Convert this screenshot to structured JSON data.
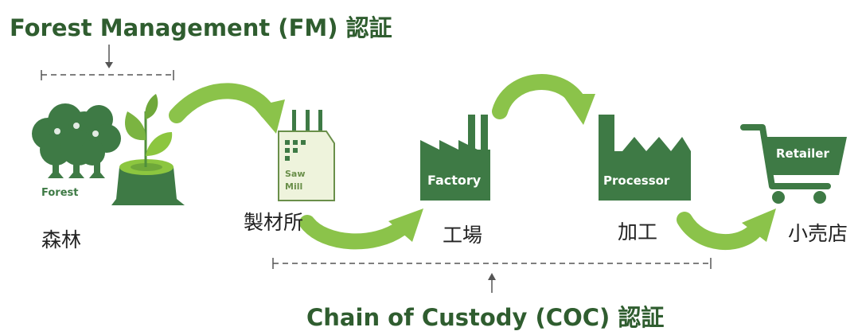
{
  "diagram": {
    "fm_title": "Forest Management (FM) 認証",
    "coc_title": "Chain of Custody (COC) 認証",
    "colors": {
      "dark_green": "#2f5d2f",
      "icon_green": "#3e7a45",
      "arrow_green": "#8bc34a",
      "light_leaf": "#8cc63f",
      "bracket_gray": "#555555"
    },
    "stages": [
      {
        "icon": "forest-icon",
        "icon_label": "Forest",
        "label": "森林"
      },
      {
        "icon": "saw-mill-icon",
        "icon_label_line1": "Saw",
        "icon_label_line2": "Mill",
        "label": "製材所"
      },
      {
        "icon": "factory-icon",
        "icon_label": "Factory",
        "label": "工場"
      },
      {
        "icon": "processor-icon",
        "icon_label": "Processor",
        "label": "加工"
      },
      {
        "icon": "retailer-cart-icon",
        "icon_label": "Retailer",
        "label": "小売店"
      }
    ]
  }
}
